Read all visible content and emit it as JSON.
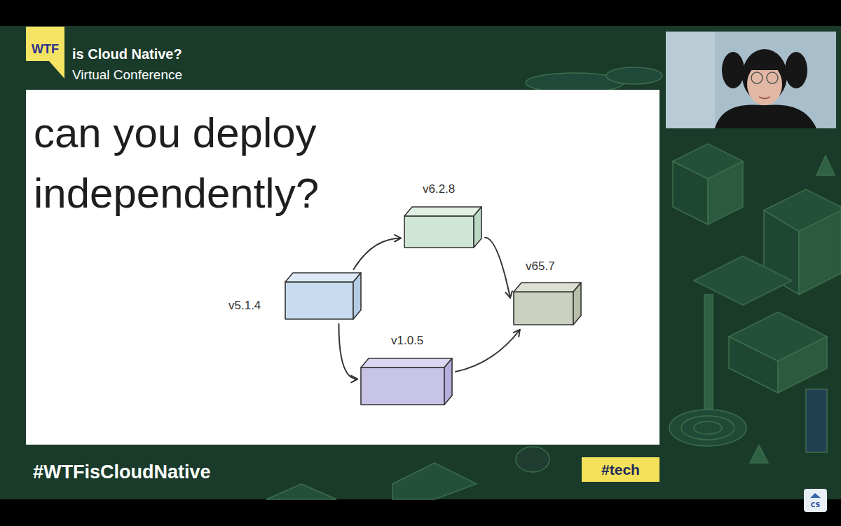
{
  "diagram": {
    "title": "can you deploy independently?",
    "nodes": [
      {
        "text": [
          "v5.1.4"
        ]
      },
      {
        "text": [
          "v6.2.8"
        ]
      },
      {
        "text": [
          "v1.0.5"
        ]
      },
      {
        "text": [
          "v65.7"
        ]
      }
    ],
    "edges": [
      {
        "from": 0,
        "to": 1,
        "arrow": "to"
      },
      {
        "from": 0,
        "to": 2,
        "arrow": "to"
      },
      {
        "from": 1,
        "to": 3,
        "arrow": "to"
      },
      {
        "from": 2,
        "to": 3,
        "arrow": "to"
      }
    ],
    "labels": [
      "WTF",
      "is Cloud Native?",
      "Virtual Conference",
      "#WTFisCloudNative",
      "#tech",
      "CS"
    ]
  }
}
